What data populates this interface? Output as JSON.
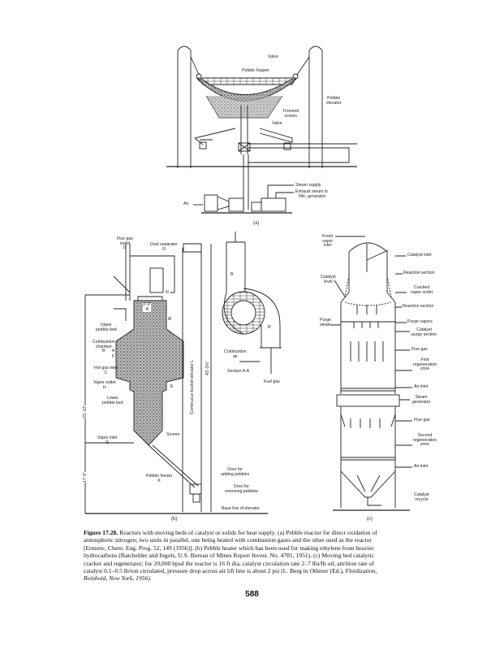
{
  "figure_a": {
    "labels": {
      "valve_top": "Valve",
      "pebble_hopper": "Pebble hopper",
      "pebble_elevator": [
        "Pebble",
        "elevator"
      ],
      "trommel_screen": [
        "Trommel",
        "screen"
      ],
      "valve_bottom": "Valve",
      "steam_supply": "Steam supply",
      "exhaust_steam": [
        "Exhaust steam to",
        "NH₃ generator"
      ],
      "air": "Air"
    },
    "sublabel": "(a)"
  },
  "figure_b": {
    "labels": {
      "flue_gas_outlet": [
        "Flue gas",
        "outlet",
        "D"
      ],
      "dust_separator": [
        "Dust separator",
        "O"
      ],
      "dim_a": [
        "3'-0\"",
        "A"
      ],
      "n": "N",
      "m": "M",
      "upper_pebble_bed": [
        "Upper",
        "pebble bed"
      ],
      "combustion_chamber": [
        "Combustion",
        "chamber",
        "B"
      ],
      "section_a": "A",
      "f": "F",
      "hot_gas_inlet": [
        "Hot gas inlet",
        "C"
      ],
      "vapor_outlet": [
        "Vapor outlet",
        "H"
      ],
      "e": "E",
      "lower_pebble_bed": [
        "Lower",
        "pebble bed"
      ],
      "screen": "Screen",
      "vapor_inlet": [
        "Vapor inlet",
        "G"
      ],
      "pebble_feeder": [
        "Pebble feeder",
        "K"
      ],
      "door_adding": [
        "Door for",
        "adding pebbles"
      ],
      "door_removing": [
        "Door for",
        "removing pebbles"
      ],
      "base_line": "Base line of elevator",
      "bucket_elevator": "Continuous bucket elevator   L",
      "dim_upper": "23'-10\"",
      "dim_lower": "17'-6\"",
      "dim_total": "43'-3⅝\"",
      "section_b1": "B",
      "section_b2": "B",
      "combustion_air": [
        "Combustion",
        "air"
      ],
      "section_aa": "Section A-A",
      "fuel_gas": "Fuel gas"
    },
    "sublabel": "(b)"
  },
  "figure_c": {
    "labels": {
      "fresh_vapor_inlet": [
        "Fresh",
        "vapor",
        "inlet"
      ],
      "catalyst_inlet": "Catalyst inlet",
      "reaction_section_1": "Reaction section",
      "catalyst_level": [
        "Catalyst",
        "level"
      ],
      "cracked_vapor_outlet": [
        "Cracked",
        "vapor outlet"
      ],
      "reaction_section_2": "Reaction section",
      "purge_steam": [
        "Purge",
        "steam"
      ],
      "purge_vapors": "Purge vapors",
      "catalyst_purge_section": [
        "Catalyst",
        "purge section"
      ],
      "flue_gas_1": "Flue gas",
      "first_regeneration_zone": [
        "First",
        "regeneration",
        "zone"
      ],
      "air_inlet_1": "Air inlet",
      "steam_generator": [
        "Steam",
        "generator"
      ],
      "flue_gas_2": "Flue gas",
      "second_regeneration_zone": [
        "Second",
        "regeneration",
        "zone"
      ],
      "air_inlet_2": "Air inlet",
      "catalyst_recycle": [
        "Catalyst",
        "recycle"
      ]
    },
    "sublabel": "(c)"
  },
  "caption": {
    "figure_number": "Figure 17.28.",
    "lines": [
      " Reactors with moving beds of catalyst or solids for heat supply. (a) Pebble reactor for direct oxidation of",
      "atmospheric nitrogen; two units in parallel, one being heated with combustion gases and the other used as the reactor",
      "[Ermenc, Chem. Eng. Prog. 52, 149 (1956)]. (b) Pebble heater which has been used for making ethylene from heavier",
      "hydrocarbons (Batchelder and Ingols, U.S. Bureau of Mines Report Invest. No. 4781, 1951). (c) Moving bed catalytic",
      "cracker and regenerator; for 20,000 bpsd the reactor is 16 ft dia, catalyst circulation rate 2–7 lbs/lb oil, attrition rate of",
      "catalyst 0.1–0.5 lb/ton circulated, pressure drop across air lift line is about 2 psi (L. Berg in Othmer (Ed.), Fluidization,",
      "Reinhold, New York, 1956)."
    ]
  },
  "page_number": "588"
}
